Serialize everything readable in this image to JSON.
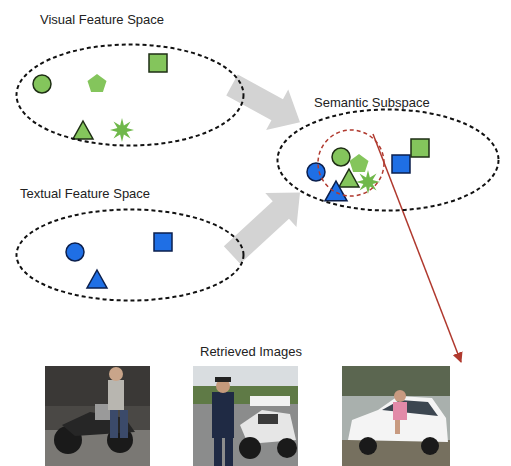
{
  "diagram": {
    "nodes": [
      {
        "text": [
          "Visual Feature Space"
        ]
      },
      {
        "text": [
          "Textual Feature Space"
        ]
      },
      {
        "text": [
          "Semantic Subspace"
        ]
      }
    ],
    "edges": [
      {
        "from": 0,
        "to": 2,
        "arrow": "to"
      },
      {
        "from": 1,
        "to": 2,
        "arrow": "to"
      }
    ],
    "labels": [
      "Retrieved Images"
    ]
  }
}
